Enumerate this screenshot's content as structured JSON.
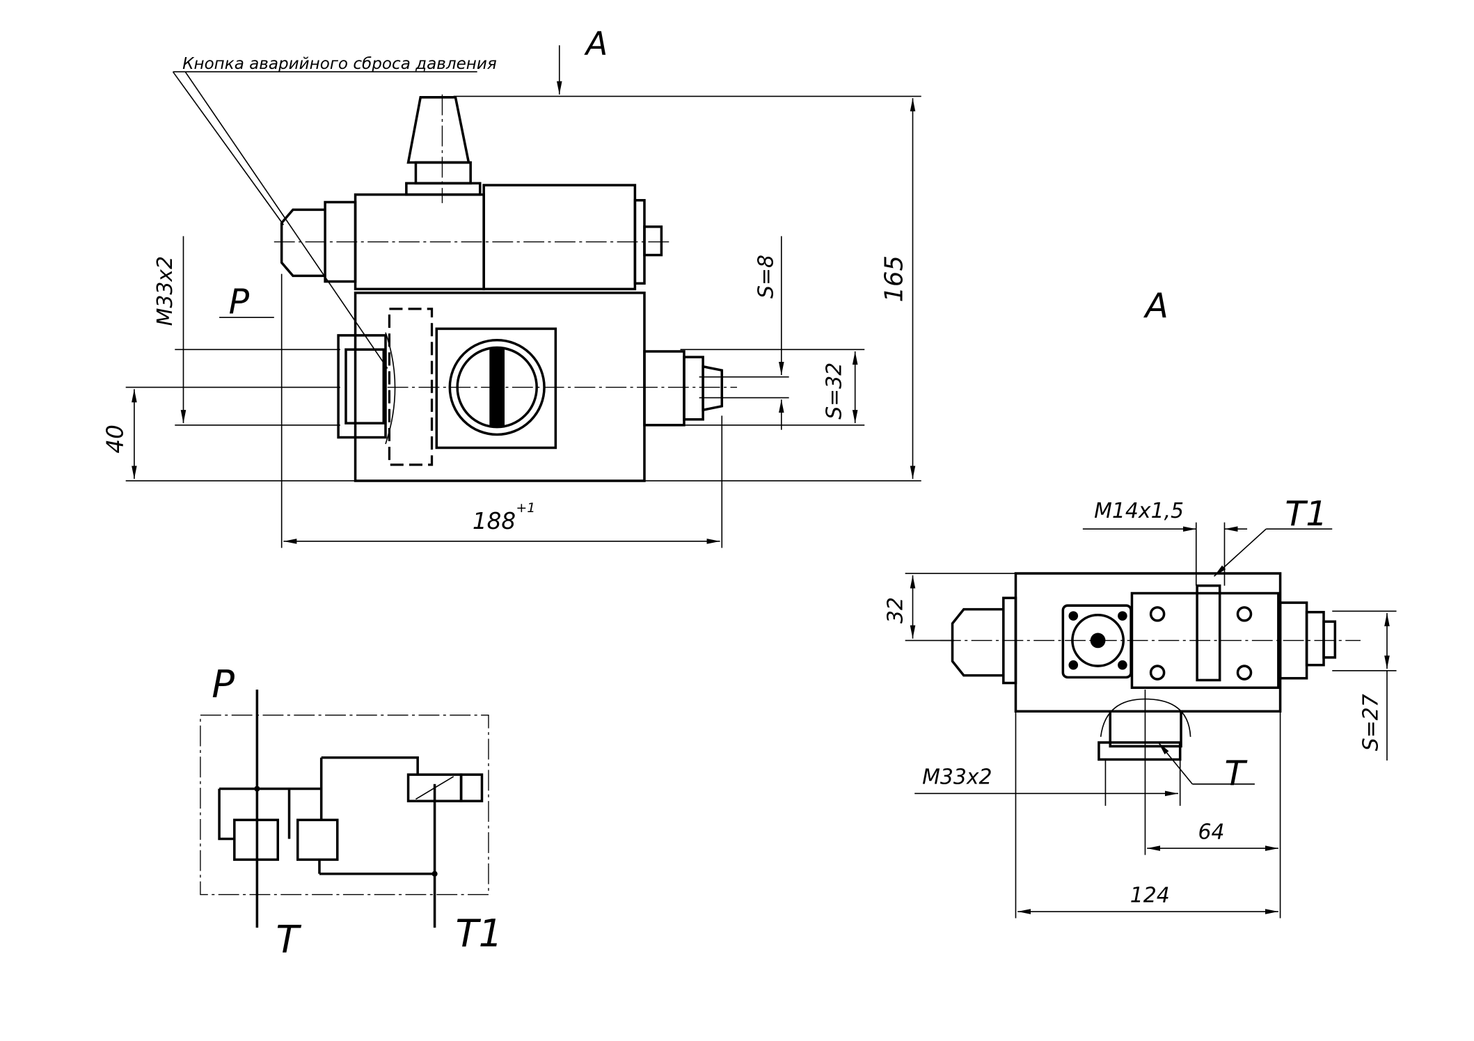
{
  "callout": {
    "emergency_button": "Кнопка аварийного сброса давления"
  },
  "view_labels": {
    "view_arrow": "A",
    "view_title": "A"
  },
  "front_view": {
    "port_p": "P",
    "dim_m33": "M33x2",
    "dim_40": "40",
    "dim_188": "188",
    "dim_188_tol": "+1",
    "dim_165": "165",
    "dim_s8": "S=8",
    "dim_s32": "S=32"
  },
  "view_a": {
    "dim_m14": "M14x1,5",
    "port_t1": "T1",
    "dim_32": "32",
    "dim_s27": "S=27",
    "dim_m33": "M33x2",
    "port_t": "T",
    "dim_64": "64",
    "dim_124": "124"
  },
  "schematic": {
    "port_p": "P",
    "port_t": "T",
    "port_t1": "T1"
  }
}
